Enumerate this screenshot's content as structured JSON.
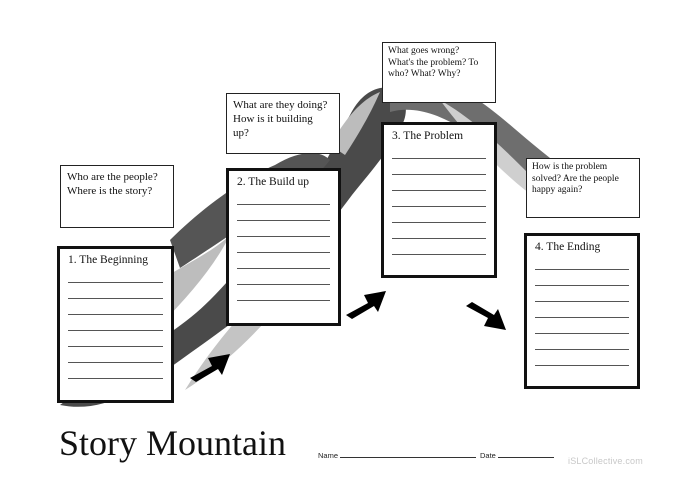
{
  "title": "Story Mountain",
  "name_label": "Name",
  "date_label": "Date",
  "watermark": "iSLCollective.com",
  "questions": {
    "beginning": "Who are the people?\nWhere is the story?",
    "build_up": "What are they doing?\nHow is it building\nup?",
    "problem": "What goes wrong?\nWhat's the problem?  To\nwho? What? Why?",
    "ending": "How is the problem\nsolved?  Are the people\nhappy again?"
  },
  "sections": {
    "beginning": "1. The Beginning",
    "build_up": "2. The Build up",
    "problem": "3. The Problem",
    "ending": "4. The Ending"
  },
  "colors": {
    "mountain_dark": "#4a4a4a",
    "mountain_light": "#b8b8b8",
    "border": "#111111"
  }
}
